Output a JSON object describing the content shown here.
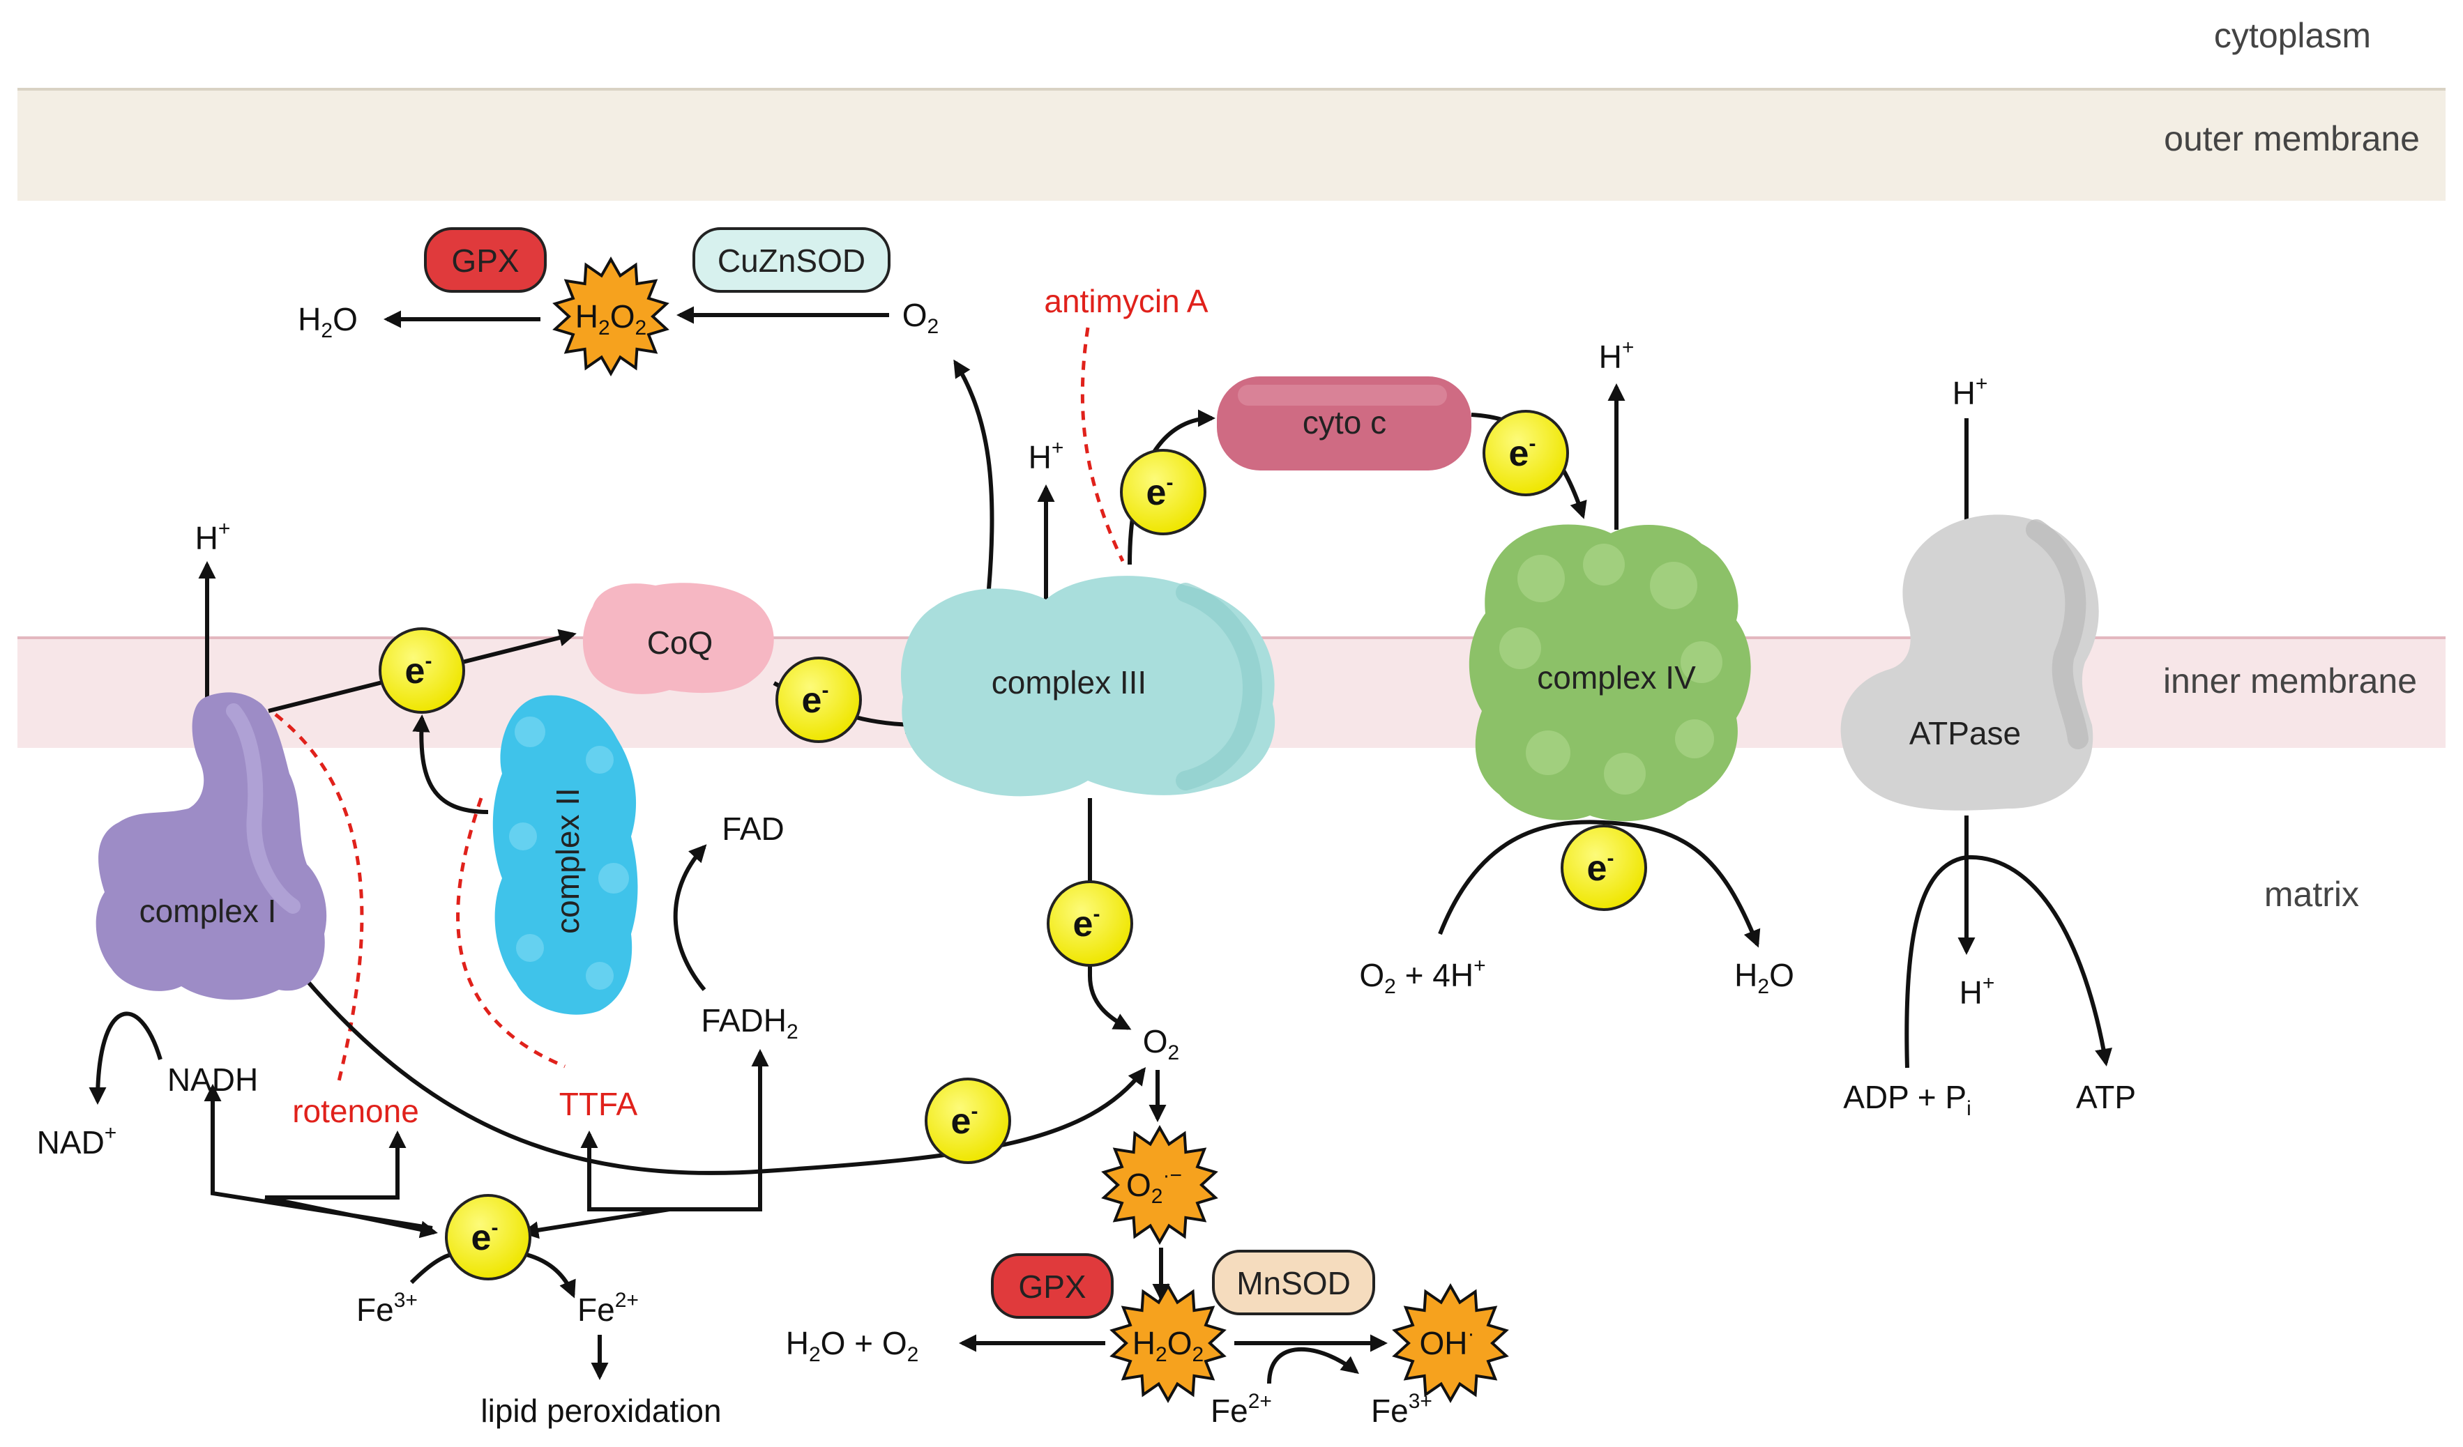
{
  "regions": {
    "cytoplasm": "cytoplasm",
    "outer_membrane": "outer membrane",
    "inner_membrane": "inner membrane",
    "matrix": "matrix"
  },
  "complexes": {
    "complex1": "complex I",
    "complex2": "complex II",
    "complex3": "complex III",
    "complex4": "complex IV",
    "atpase": "ATPase",
    "coq": "CoQ",
    "cytoc": "cyto c"
  },
  "enzymes": {
    "gpx": "GPX",
    "cuznsod": "CuZnSOD",
    "mnsod": "MnSOD"
  },
  "inhibitors": {
    "rotenone": "rotenone",
    "ttfa": "TTFA",
    "antimycin": "antimycin A"
  },
  "molecules": {
    "electron": "e",
    "electron_charge": "-",
    "h": "H",
    "plus": "+",
    "nadh": "NADH",
    "nad": "NAD",
    "fad": "FAD",
    "fadh": "FADH",
    "two": "2",
    "fe": "Fe",
    "fe3": "3+",
    "fe2": "2+",
    "lipid": "lipid peroxidation",
    "h2o": "H2O",
    "h2o_h": "H",
    "h2o_o": "O",
    "o": "O",
    "o2_4h_text": " + 4H",
    "h2o_o2_text": "O + O",
    "superoxide_charge": "·−",
    "oh": "OH",
    "oh_charge": "·",
    "adp": "ADP + P",
    "adp_i": "i",
    "atp": "ATP"
  },
  "colors": {
    "outer_membrane": "#f3eee4",
    "inner_membrane": "#f7e6e8",
    "complex1": "#9d8cc6",
    "complex2": "#3fc3ea",
    "complex3": "#a9dedc",
    "complex4": "#8cc168",
    "atpase": "#d3d3d3",
    "coq": "#f6b7c3",
    "cytoc": "#cf6b83",
    "electron": "#f5f00c",
    "ros_burst": "#f6a21e",
    "gpx": "#e03a3c",
    "cuznsod": "#d7f1ee",
    "mnsod": "#f5dcbe",
    "inhibitor": "#e0211b"
  }
}
